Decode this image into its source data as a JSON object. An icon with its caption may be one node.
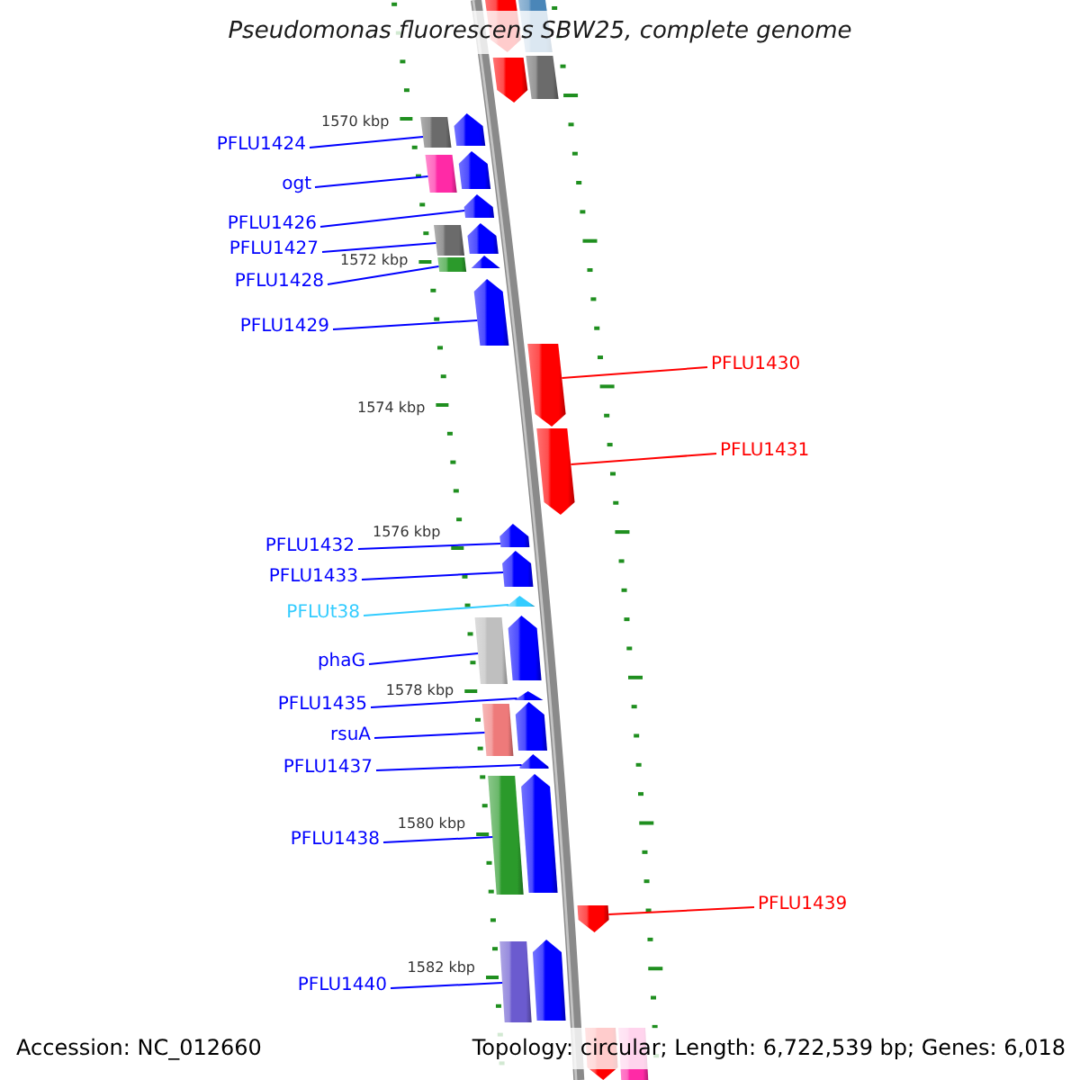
{
  "diagram": {
    "title": "Pseudomonas fluorescens SBW25, complete genome",
    "nodes": [
      {
        "text": [],
        "shape": "pentagon"
      },
      {
        "text": [],
        "shape": "pentagon"
      },
      {
        "text": [
          "PFLU1424"
        ]
      },
      {
        "text": [],
        "shape": "pentagon"
      },
      {
        "text": [
          "ogt"
        ]
      },
      {
        "text": [],
        "shape": "pentagon"
      },
      {
        "text": [
          "PFLU1426"
        ]
      },
      {
        "text": [],
        "shape": "pentagon"
      },
      {
        "text": [
          "PFLU1427"
        ]
      },
      {
        "text": [],
        "shape": "pentagon"
      },
      {
        "text": [
          "PFLU1428"
        ]
      },
      {
        "text": [],
        "shape": "triangle"
      },
      {
        "text": [
          "PFLU1429"
        ]
      },
      {
        "text": [],
        "shape": "pentagon"
      },
      {
        "text": [],
        "shape": "pentagon"
      },
      {
        "text": [
          "PFLU1430"
        ]
      },
      {
        "text": [],
        "shape": "pentagon"
      },
      {
        "text": [
          "PFLU1431"
        ]
      },
      {
        "text": [
          "PFLU1432"
        ]
      },
      {
        "text": [],
        "shape": "pentagon"
      },
      {
        "text": [
          "PFLU1433"
        ]
      },
      {
        "text": [],
        "shape": "pentagon"
      },
      {
        "text": [
          "PFLUt38"
        ]
      },
      {
        "text": [],
        "shape": "triangle"
      },
      {
        "text": [
          "phaG"
        ]
      },
      {
        "text": [],
        "shape": "pentagon"
      },
      {
        "text": [
          "PFLU1435"
        ]
      },
      {
        "text": [],
        "shape": "triangle"
      },
      {
        "text": [
          "rsuA"
        ]
      },
      {
        "text": [],
        "shape": "pentagon"
      },
      {
        "text": [
          "PFLU1437"
        ]
      },
      {
        "text": [],
        "shape": "pentagon"
      },
      {
        "text": [
          "PFLU1438"
        ]
      },
      {
        "text": [],
        "shape": "pentagon"
      },
      {
        "text": [],
        "shape": "pentagon"
      },
      {
        "text": [
          "PFLU1439"
        ]
      },
      {
        "text": [
          "PFLU1440"
        ]
      },
      {
        "text": [],
        "shape": "pentagon"
      },
      {
        "text": [],
        "shape": "pentagon"
      }
    ],
    "edges": [
      {
        "from": 2,
        "to": 3,
        "arrow": "none"
      },
      {
        "from": 4,
        "to": 5,
        "arrow": "none"
      },
      {
        "from": 6,
        "to": 7,
        "arrow": "none"
      },
      {
        "from": 8,
        "to": 9,
        "arrow": "none"
      },
      {
        "from": 10,
        "to": 11,
        "arrow": "none"
      },
      {
        "from": 12,
        "to": 13,
        "arrow": "none"
      },
      {
        "from": 15,
        "to": 14,
        "arrow": "none",
        "color": "#ff0000"
      },
      {
        "from": 17,
        "to": 16,
        "arrow": "none",
        "color": "#ff0000"
      },
      {
        "from": 18,
        "to": 19,
        "arrow": "none"
      },
      {
        "from": 20,
        "to": 21,
        "arrow": "none"
      },
      {
        "from": 22,
        "to": 23,
        "arrow": "none",
        "color": "#33ccff"
      },
      {
        "from": 24,
        "to": 25,
        "arrow": "none"
      },
      {
        "from": 26,
        "to": 27,
        "arrow": "none"
      },
      {
        "from": 28,
        "to": 29,
        "arrow": "none"
      },
      {
        "from": 30,
        "to": 31,
        "arrow": "none"
      },
      {
        "from": 32,
        "to": 33,
        "arrow": "none"
      },
      {
        "from": 35,
        "to": 34,
        "arrow": "none",
        "color": "#ff0000"
      },
      {
        "from": 36,
        "to": 37,
        "arrow": "none"
      }
    ],
    "labels": [
      "1570 kbp",
      "1572 kbp",
      "1574 kbp",
      "1576 kbp",
      "1578 kbp",
      "1580 kbp",
      "1582 kbp",
      "Accession: NC_012660",
      "Topology: circular; Length: 6,722,539 bp; Genes: 6,018"
    ]
  }
}
